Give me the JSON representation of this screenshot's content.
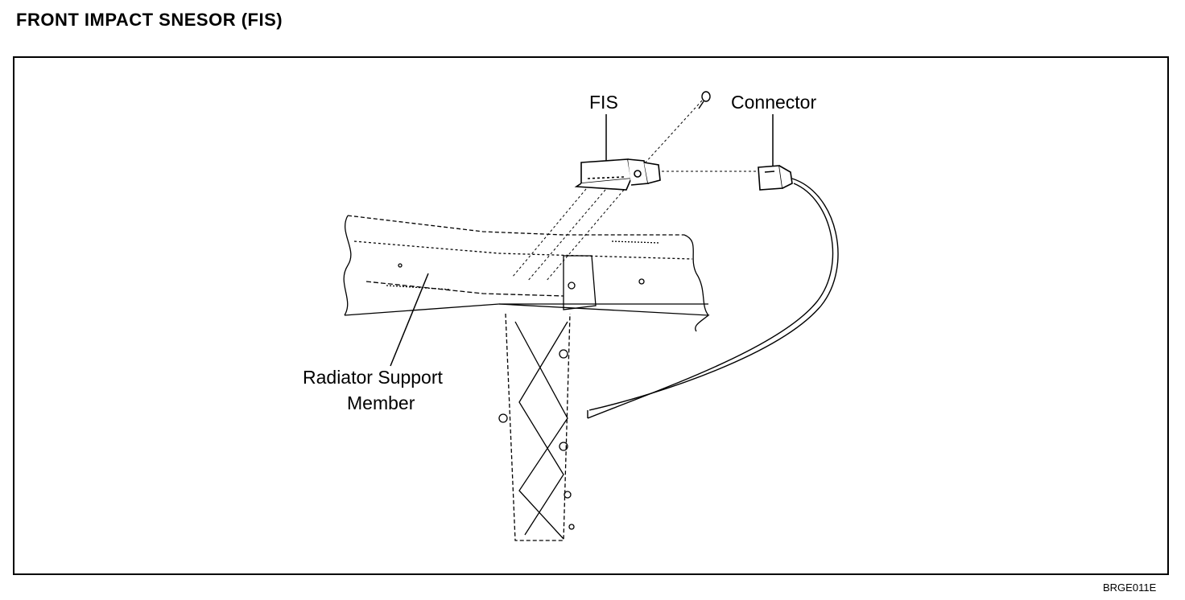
{
  "title": "FRONT IMPACT SNESOR (FIS)",
  "labels": {
    "fis": "FIS",
    "connector": "Connector",
    "radiator_line1": "Radiator Support",
    "radiator_line2": "Member"
  },
  "figure_code": "BRGE011E",
  "icons": [
    "front-impact-sensor-icon",
    "connector-icon",
    "bolt-icon",
    "wire-harness-icon",
    "radiator-support-member-icon"
  ],
  "colors": {
    "ink": "#000000",
    "paper": "#ffffff"
  }
}
